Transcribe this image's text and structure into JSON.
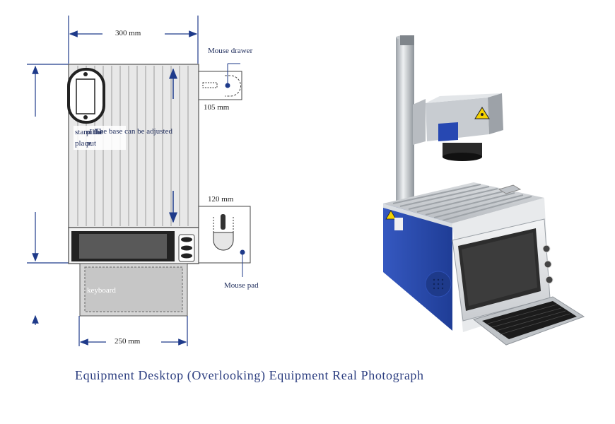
{
  "diagram": {
    "width_dim": "300 mm",
    "mouse_drawer_label": "Mouse drawer",
    "drawer_dim": "105 mm",
    "stand_label": "stand the",
    "pillar_label": "pillar",
    "base_adjust_label": "The base can be adjusted",
    "place_label": "place",
    "put_label": "put",
    "pad_dim": "120 mm",
    "mouse_pad_label": "Mouse pad",
    "keyboard_label": "keyboard",
    "bottom_dim": "250 mm"
  },
  "caption": "Equipment Desktop (Overlooking) Equipment Real Photograph",
  "colors": {
    "navy": "#2c3e80",
    "dim_line": "#1e3a8a",
    "machine_blue": "#2a4db0",
    "laser_yellow": "#f5d200"
  },
  "icons": [
    "laser-warning-icon"
  ]
}
